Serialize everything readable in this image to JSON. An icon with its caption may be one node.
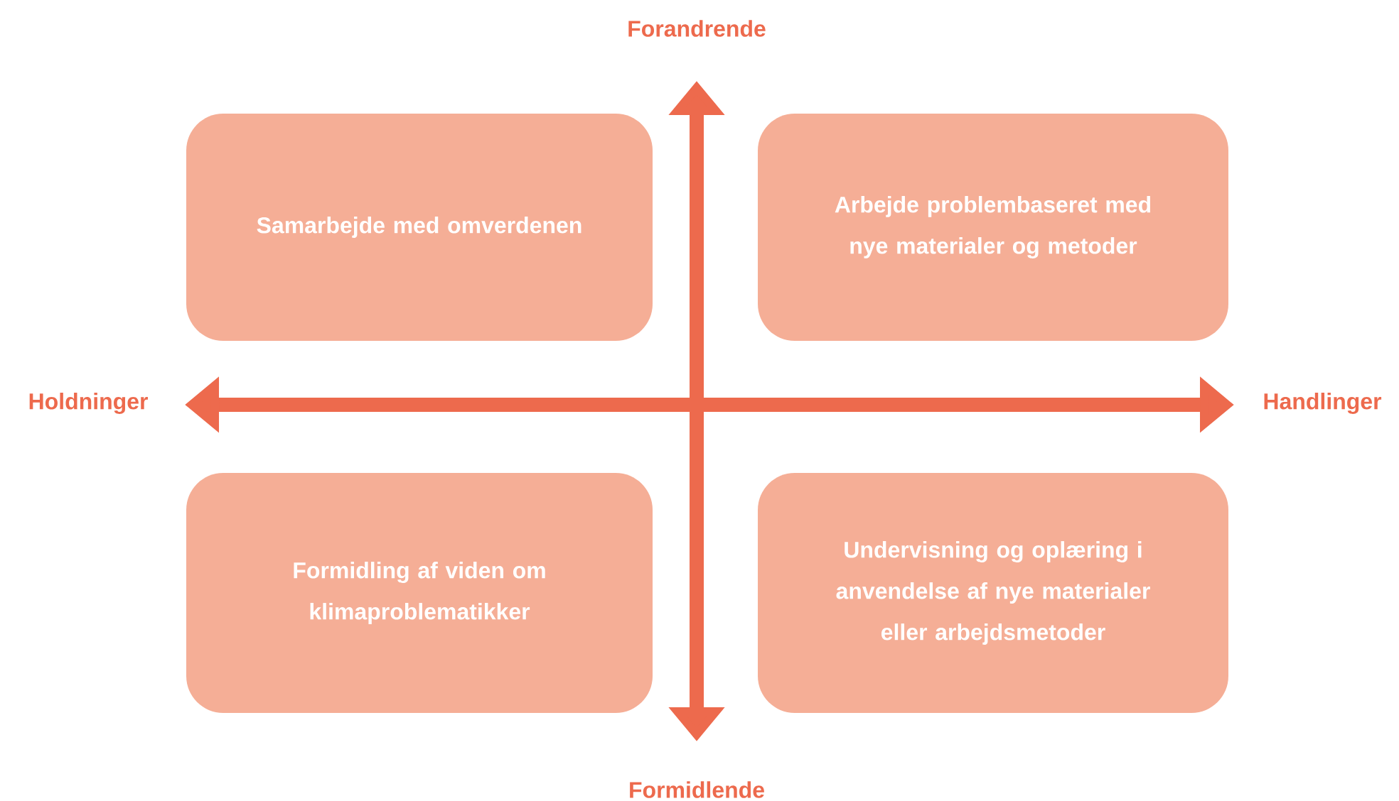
{
  "diagram": {
    "nodes": [
      {
        "text": [
          "Samarbejde med omverdenen"
        ]
      },
      {
        "text": [
          "Arbejde problembaseret med nye materialer og metoder"
        ]
      },
      {
        "text": [
          "Formidling af viden om klimaproblematikker"
        ]
      },
      {
        "text": [
          "Undervisning og oplæring i anvendelse af nye materialer eller arbejdsmetoder"
        ]
      }
    ],
    "edges": [],
    "labels": [
      "Forandrende",
      "Holdninger",
      "Handlinger",
      "Formidlende"
    ]
  }
}
